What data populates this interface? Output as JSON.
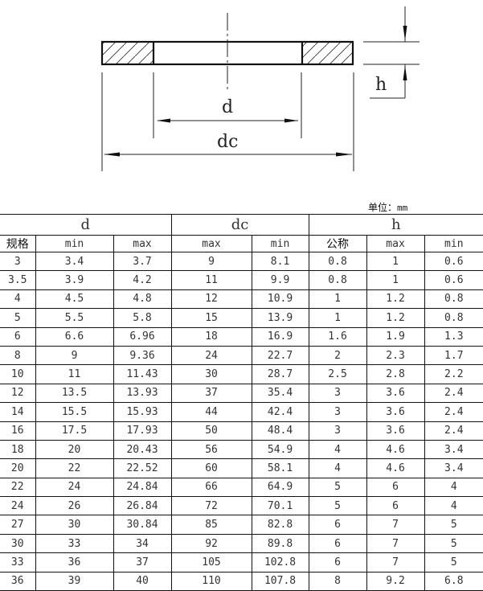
{
  "drawing": {
    "labels": {
      "d": "d",
      "dc": "dc",
      "h": "h"
    }
  },
  "unit_label": "单位：",
  "unit_value": "mm",
  "table": {
    "group_headers": [
      {
        "label": "d",
        "colspan": 3
      },
      {
        "label": "dc",
        "colspan": 2
      },
      {
        "label": "h",
        "colspan": 3
      }
    ],
    "sub_headers": [
      "规格",
      "min",
      "max",
      "max",
      "min",
      "公称",
      "max",
      "min"
    ],
    "rows": [
      [
        "3",
        "3.4",
        "3.7",
        "9",
        "8.1",
        "0.8",
        "1",
        "0.6"
      ],
      [
        "3.5",
        "3.9",
        "4.2",
        "11",
        "9.9",
        "0.8",
        "1",
        "0.6"
      ],
      [
        "4",
        "4.5",
        "4.8",
        "12",
        "10.9",
        "1",
        "1.2",
        "0.8"
      ],
      [
        "5",
        "5.5",
        "5.8",
        "15",
        "13.9",
        "1",
        "1.2",
        "0.8"
      ],
      [
        "6",
        "6.6",
        "6.96",
        "18",
        "16.9",
        "1.6",
        "1.9",
        "1.3"
      ],
      [
        "8",
        "9",
        "9.36",
        "24",
        "22.7",
        "2",
        "2.3",
        "1.7"
      ],
      [
        "10",
        "11",
        "11.43",
        "30",
        "28.7",
        "2.5",
        "2.8",
        "2.2"
      ],
      [
        "12",
        "13.5",
        "13.93",
        "37",
        "35.4",
        "3",
        "3.6",
        "2.4"
      ],
      [
        "14",
        "15.5",
        "15.93",
        "44",
        "42.4",
        "3",
        "3.6",
        "2.4"
      ],
      [
        "16",
        "17.5",
        "17.93",
        "50",
        "48.4",
        "3",
        "3.6",
        "2.4"
      ],
      [
        "18",
        "20",
        "20.43",
        "56",
        "54.9",
        "4",
        "4.6",
        "3.4"
      ],
      [
        "20",
        "22",
        "22.52",
        "60",
        "58.1",
        "4",
        "4.6",
        "3.4"
      ],
      [
        "22",
        "24",
        "24.84",
        "66",
        "64.9",
        "5",
        "6",
        "4"
      ],
      [
        "24",
        "26",
        "26.84",
        "72",
        "70.1",
        "5",
        "6",
        "4"
      ],
      [
        "27",
        "30",
        "30.84",
        "85",
        "82.8",
        "6",
        "7",
        "5"
      ],
      [
        "30",
        "33",
        "34",
        "92",
        "89.8",
        "6",
        "7",
        "5"
      ],
      [
        "33",
        "36",
        "37",
        "105",
        "102.8",
        "6",
        "7",
        "5"
      ],
      [
        "36",
        "39",
        "40",
        "110",
        "107.8",
        "8",
        "9.2",
        "6.8"
      ]
    ]
  }
}
